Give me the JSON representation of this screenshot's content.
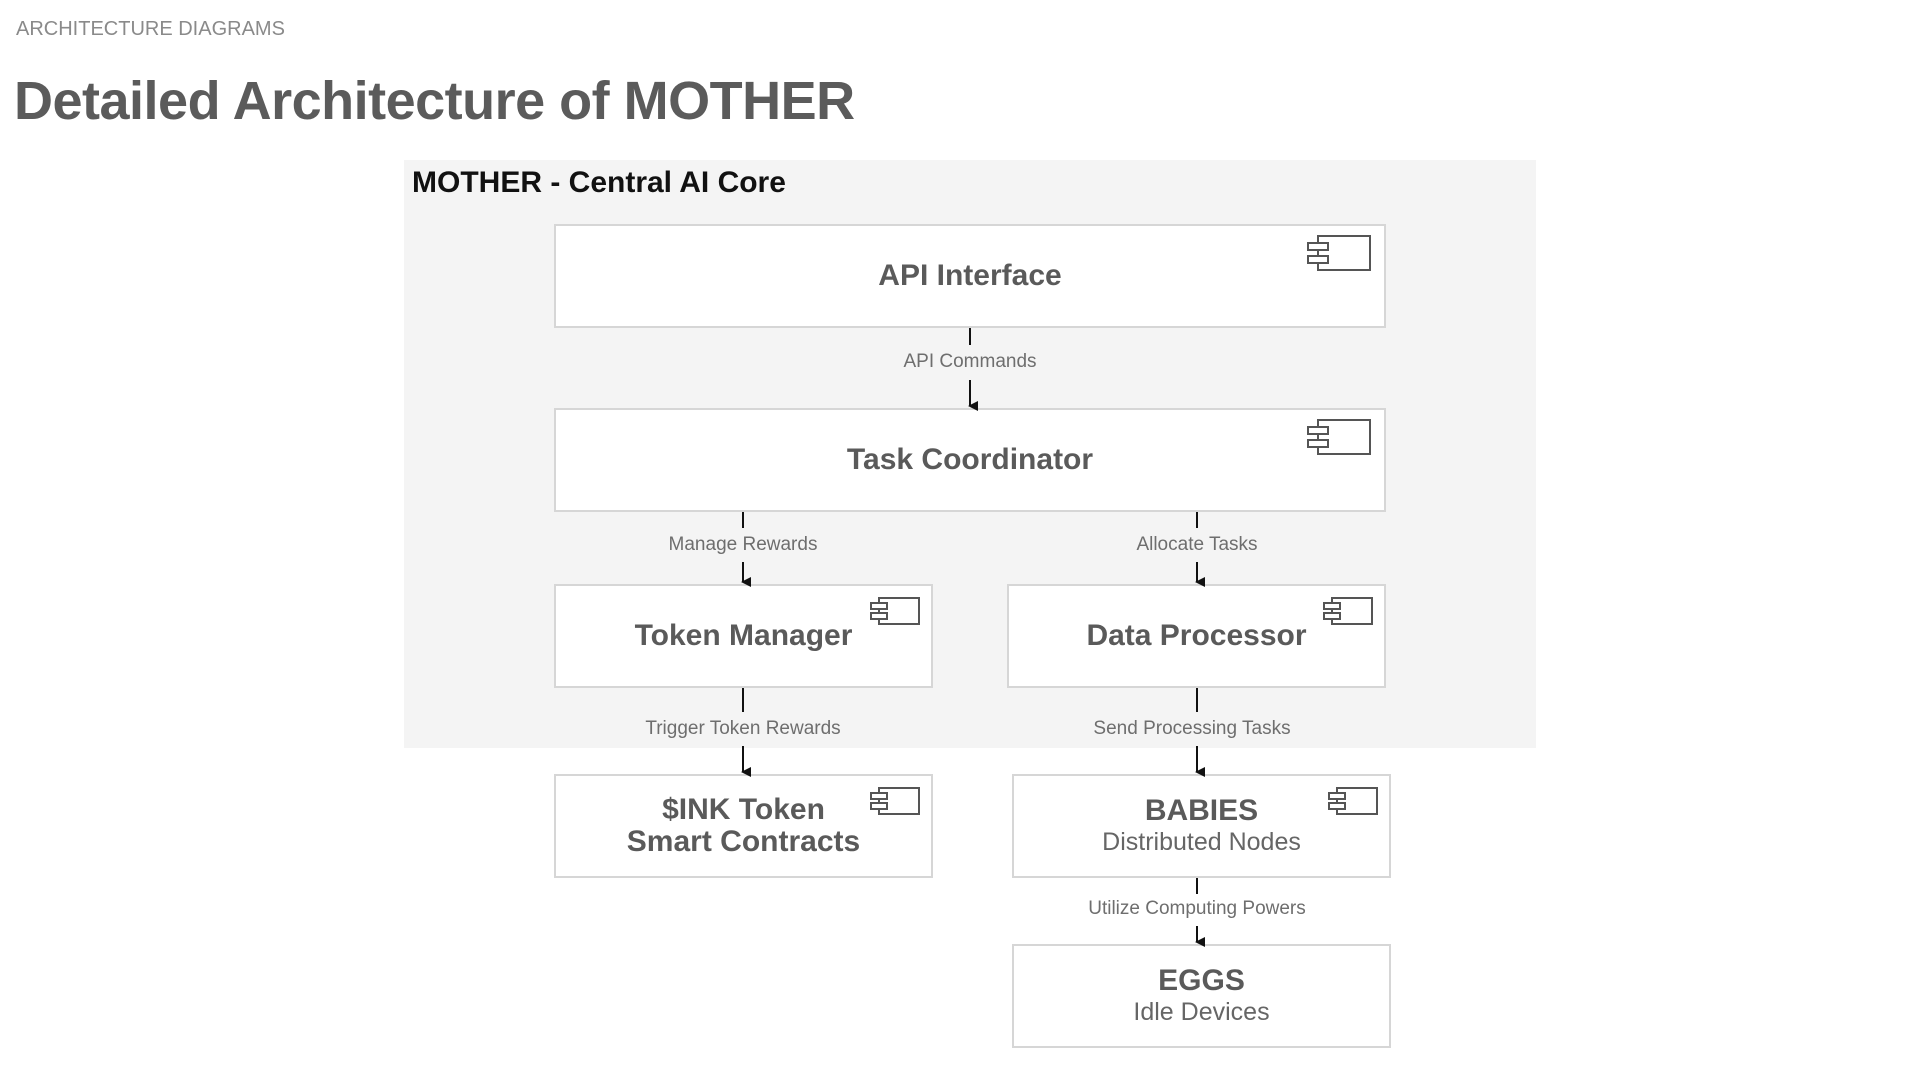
{
  "header": {
    "section_label": "ARCHITECTURE DIAGRAMS",
    "title": "Detailed Architecture of MOTHER"
  },
  "group": {
    "title": "MOTHER - Central AI Core"
  },
  "components": {
    "api_interface": {
      "name": "API Interface",
      "sub": ""
    },
    "task_coordinator": {
      "name": "Task Coordinator",
      "sub": ""
    },
    "token_manager": {
      "name": "Token Manager",
      "sub": ""
    },
    "data_processor": {
      "name": "Data Processor",
      "sub": ""
    },
    "ink_token": {
      "name": "$INK Token",
      "name2": "Smart Contracts",
      "sub": ""
    },
    "babies": {
      "name": "BABIES",
      "sub": "Distributed Nodes"
    },
    "eggs": {
      "name": "EGGS",
      "sub": "Idle Devices"
    }
  },
  "edges": {
    "api_commands": "API Commands",
    "manage_rewards": "Manage Rewards",
    "allocate_tasks": "Allocate Tasks",
    "trigger_token_rewards": "Trigger Token Rewards",
    "send_processing_tasks": "Send Processing Tasks",
    "utilize_computing_powers": "Utilize Computing Powers"
  },
  "colors": {
    "group_background": "#f4f4f4",
    "box_border": "#d6d6d6",
    "arrow": "#111111"
  },
  "icons": {
    "component": "uml-component-icon"
  }
}
